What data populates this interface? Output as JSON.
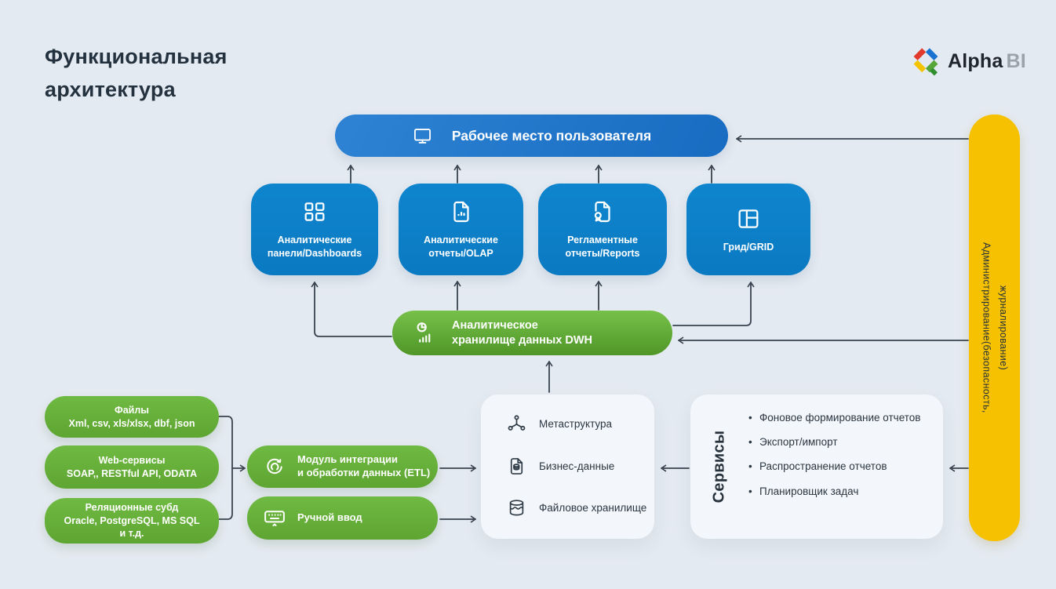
{
  "page": {
    "title": "Функциональная\nархитектура"
  },
  "logo": {
    "name": "Alpha",
    "suffix": "BI",
    "icon": "alpha-bi-logo-icon"
  },
  "workspace_bar": {
    "icon": "monitor-icon",
    "label": "Рабочее место пользователя"
  },
  "features": [
    {
      "icon": "dashboard-icon",
      "label": "Аналитические\nпанели/Dashboards"
    },
    {
      "icon": "olap-report-icon",
      "label": "Аналитические\nотчеты/OLAP"
    },
    {
      "icon": "regulated-report-icon",
      "label": "Регламентные\nотчеты/Reports"
    },
    {
      "icon": "grid-icon",
      "label": "Грид/GRID"
    }
  ],
  "dwh": {
    "icon": "dwh-storage-icon",
    "label": "Аналитическое\nхранилище данных DWH"
  },
  "sources": [
    {
      "label": "Файлы\nXml, csv, xls/xlsx, dbf, json"
    },
    {
      "label": "Web-сервисы\nSOAP,, RESTful API, ODATA"
    },
    {
      "label": "Реляционные субд\nOracle, PostgreSQL, MS SQL\nи т.д."
    }
  ],
  "modules": [
    {
      "icon": "etl-icon",
      "label": "Модуль интеграции\nи обработки данных (ETL)"
    },
    {
      "icon": "keyboard-icon",
      "label": "Ручной ввод"
    }
  ],
  "storage": {
    "items": [
      {
        "icon": "metastructure-icon",
        "label": "Метаструктура"
      },
      {
        "icon": "business-data-icon",
        "label": "Бизнес-данные"
      },
      {
        "icon": "file-storage-icon",
        "label": "Файловое хранилище"
      }
    ]
  },
  "services": {
    "title": "Сервисы",
    "items": [
      "Фоновое формирование отчетов",
      "Экспорт/импорт",
      "Распространение отчетов",
      "Планировщик задач"
    ]
  },
  "admin_bar": {
    "label": "Администрирование(безопасность,\nжурналирование)"
  },
  "colors": {
    "background": "#e4eaf1",
    "blue_box": "#0d80c8",
    "blue_bar": "#1f74c9",
    "green": "#68b43d",
    "green_dark": "#4f9627",
    "yellow": "#f6c100",
    "card": "#f3f6fa",
    "text_dark": "#2b3642",
    "arrow": "#39434f"
  }
}
